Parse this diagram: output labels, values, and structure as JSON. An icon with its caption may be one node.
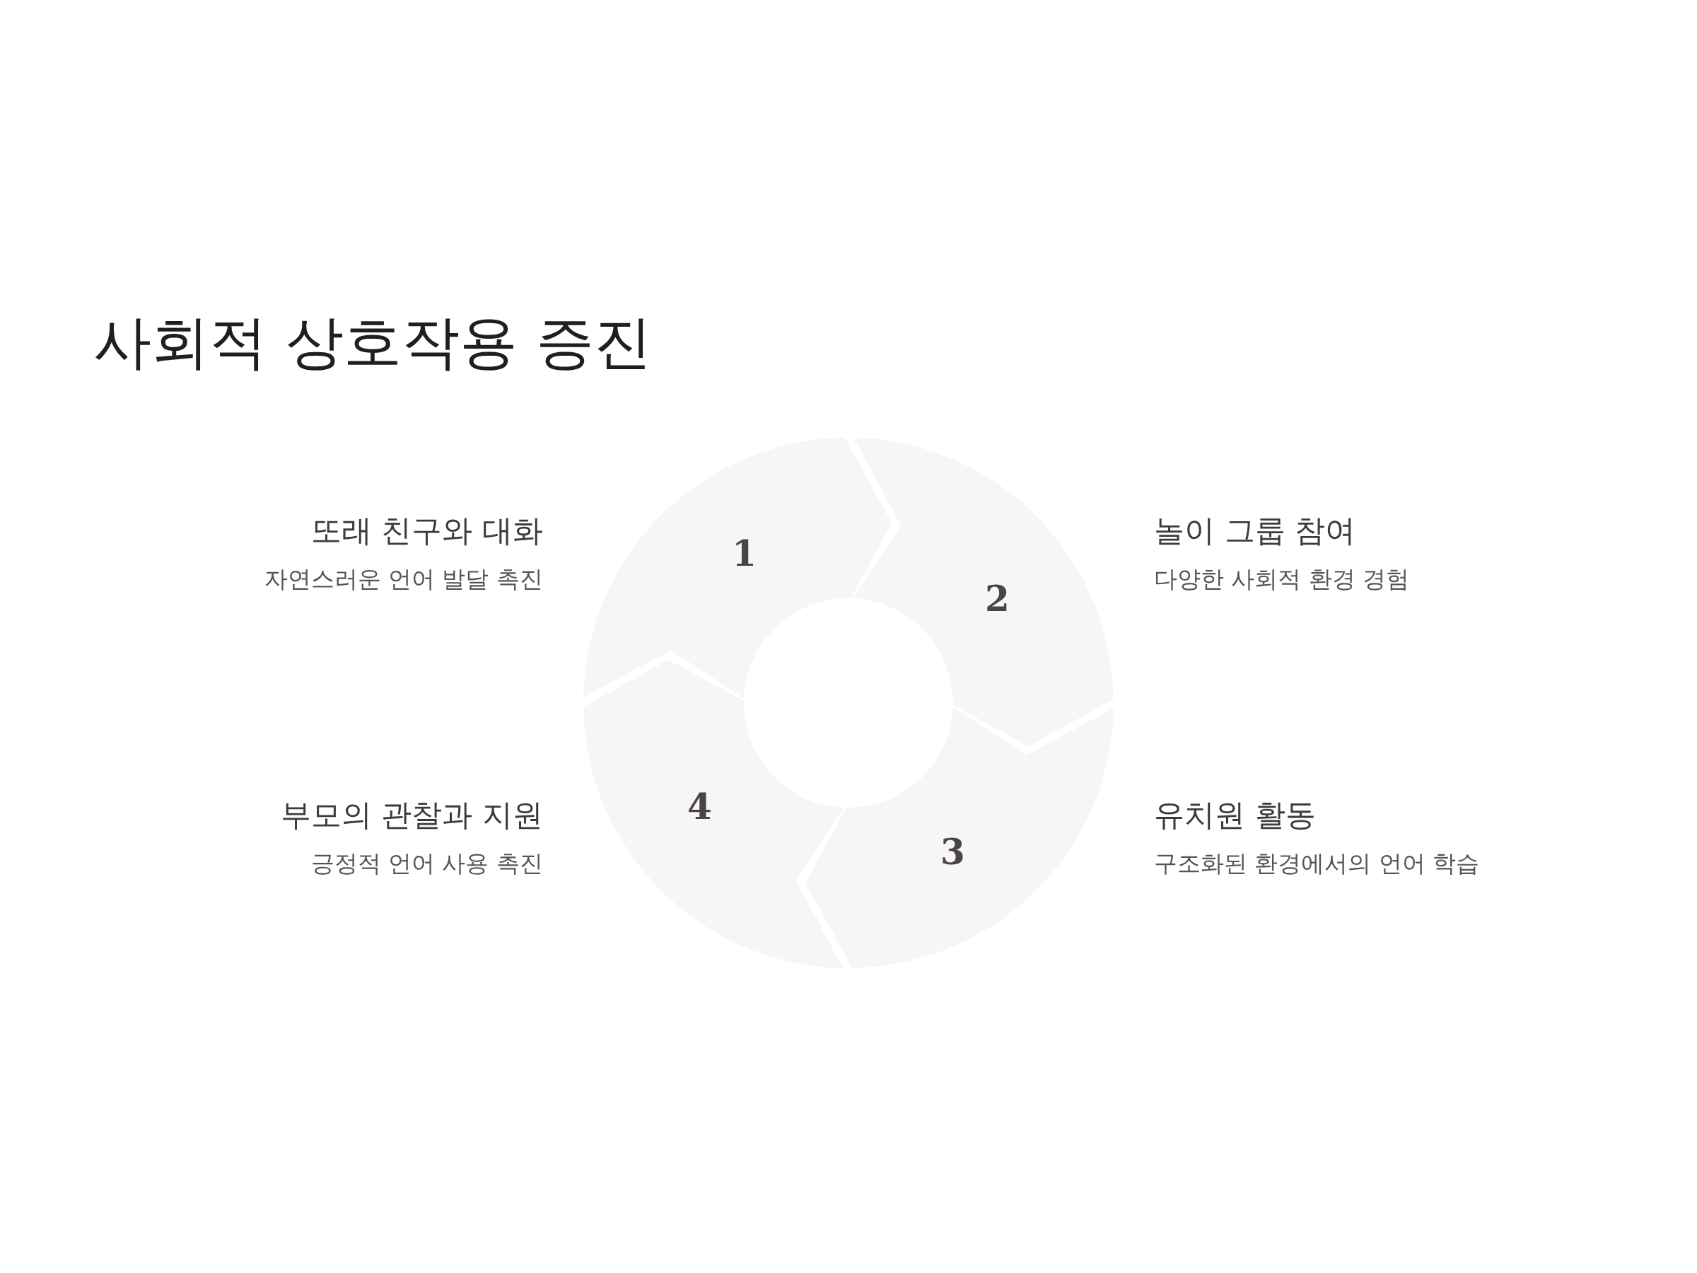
{
  "diagram": {
    "title": "사회적 상호작용 증진",
    "nodes": [
      {
        "text": [
          "1"
        ],
        "beside": [
          "또래 친구와 대화",
          "자연스러운 언어 발달 촉진"
        ]
      },
      {
        "text": [
          "2"
        ],
        "beside": [
          "놀이 그룹 참여",
          "다양한 사회적 환경 경험"
        ]
      },
      {
        "text": [
          "3"
        ],
        "beside": [
          "유치원 활동",
          "구조화된 환경에서의 언어 학습"
        ]
      },
      {
        "text": [
          "4"
        ],
        "beside": [
          "부모의 관찰과 지원",
          "긍정적 언어 사용 촉진"
        ]
      }
    ]
  }
}
